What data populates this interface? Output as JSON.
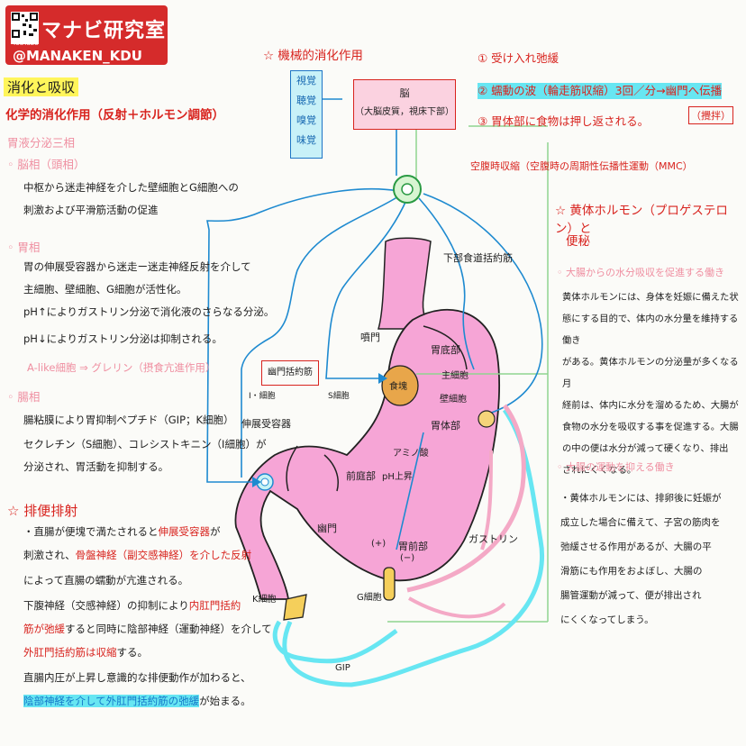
{
  "brand": {
    "title": "マナビ研究室",
    "handle": "@MANAKEN_KDU",
    "youtube": "YouTube"
  },
  "left": {
    "section_title": "消化と吸収",
    "subtitle": "化学的消化作用（反射＋ホルモン調節）",
    "phase_heading": "胃液分泌三相",
    "cephalic_title": "◦ 脳相（頭相）",
    "cephalic_text": [
      "中枢から迷走神経を介した壁細胞とG細胞への",
      "刺激および平滑筋活動の促進"
    ],
    "gastric_title": "◦ 胃相",
    "gastric_text": [
      "胃の伸展受容器から迷走ー迷走神経反射を介して",
      "主細胞、壁細胞、G細胞が活性化。",
      "pH↑によりガストリン分泌で消化液のさらなる分泌。",
      "pH↓によりガストリン分泌は抑制される。"
    ],
    "gastric_pink": "A-like細胞 ⇒ グレリン（摂食亢進作用）",
    "intestinal_title": "◦ 腸相",
    "intestinal_text": [
      "腸粘膜により胃抑制ペプチド（GIP；K細胞）",
      "セクレチン（S細胞）、コレシストキニン（I細胞）が",
      "分泌され、胃活動を抑制する。"
    ]
  },
  "defecation": {
    "title": "排便排射",
    "line1_a": "・直腸が便塊で満たされると",
    "line1_b": "伸展受容器",
    "line1_c": "が",
    "line2_a": "刺激され、",
    "line2_b": "骨盤神経（副交感神経）を介した反射",
    "line3": "によって直腸の蠕動が亢進される。",
    "line4_a": "下腹神経（交感神経）の抑制により",
    "line4_b": "内肛門括約",
    "line5_a": "筋が弛緩",
    "line5_b": "すると同時に陰部神経（運動神経）を介して",
    "line6_a": "外肛門括約筋は収縮",
    "line6_b": "する。",
    "line7": "直腸内圧が上昇し意識的な排便動作が加わると、",
    "line8_a": "陰部神経を介して外肛門括約筋の弛緩",
    "line8_b": "が始まる。"
  },
  "mech": {
    "title": "☆ 機械的消化作用",
    "senses": [
      "視覚",
      "聴覚",
      "嗅覚",
      "味覚"
    ],
    "brain_label": "脳",
    "brain_sub": "（大脳皮質，視床下部）",
    "item1": "① 受け入れ弛緩",
    "item2": "② 蠕動の波（輪走筋収縮）3回／分→幽門へ伝播",
    "item3": "③ 胃体部に食物は押し返される。",
    "item3_side": "（攪拌）",
    "mmc": "空腹時収縮（空腹時の周期性伝播性運動（MMC）",
    "progesterone_title": "☆ 黄体ホルモン（プロゲステロン）と",
    "progesterone_title2": "便秘",
    "p_sub1": "◦ 大腸からの水分吸収を促進する働き",
    "p_text1": [
      "黄体ホルモンには、身体を妊娠に備えた状",
      "態にする目的で、体内の水分量を維持する働き",
      "がある。黄体ホルモンの分泌量が多くなる月",
      "経前は、体内に水分を溜めるため、大腸が",
      "食物の水分を吸収する事を促進する。大腸",
      "の中の便は水分が減って硬くなり、排出",
      "されにくくなる。"
    ],
    "p_sub2": "◦ 大腸の運動を抑える働き",
    "p_text2": [
      "・黄体ホルモンには、排卵後に妊娠が",
      "成立した場合に備えて、子宮の筋肉を",
      "弛緩させる作用があるが、大腸の平",
      "滑筋にも作用をおよぼし、大腸の",
      "腸管運動が減って、便が排出され",
      "にくくなってしまう。"
    ]
  },
  "stomach": {
    "lower_esophageal": "下部食道括約筋",
    "cardia": "噴門",
    "fundus": "胃底部",
    "chief_cell": "主細胞",
    "parietal_cell": "壁細胞",
    "body": "胃体部",
    "food": "食塊",
    "pyloric_sphincter": "幽門括約筋",
    "stretch_receptor": "伸展受容器",
    "i_cell": "I・細胞",
    "s_cell": "S細胞",
    "antrum": "前庭部",
    "amino": "アミノ酸",
    "ph_up": "pH上昇",
    "pylorus": "幽門",
    "pyloric_antrum": "胃前部",
    "plus": "(+)",
    "minus": "(−)",
    "g_cell": "G細胞",
    "k_cell": "K細胞",
    "gip": "GIP",
    "gastrin": "ガストリン"
  },
  "colors": {
    "red": "#d8231e",
    "pink": "#ef8fa1",
    "blue": "#1477c9",
    "stomach": "#f6a5d6",
    "cyan": "#67e6f2",
    "yellow": "#fff55a"
  }
}
